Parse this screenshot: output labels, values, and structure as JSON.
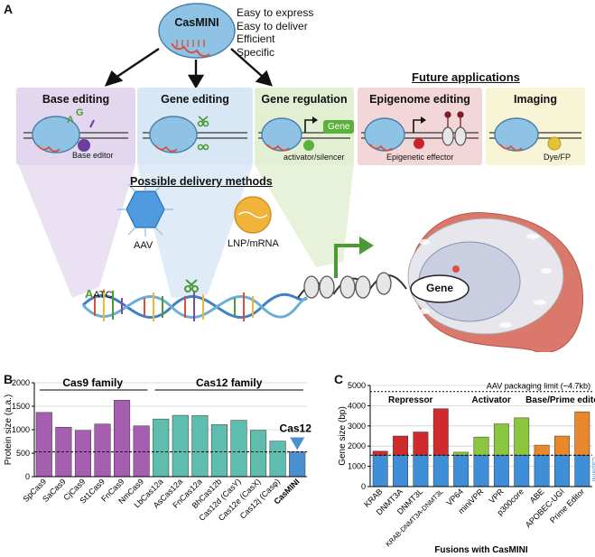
{
  "panel_a": {
    "label": "A",
    "center": "CasMINI",
    "benefits": [
      "Easy to express",
      "Easy to deliver",
      "Efficient",
      "Specific"
    ],
    "future_heading": "Future applications",
    "applications": [
      {
        "title": "Base editing",
        "caption": "Base editor",
        "base_a": "A",
        "base_g": "G",
        "color": "#e2d7ee"
      },
      {
        "title": "Gene editing",
        "caption": "",
        "color": "#d8e7f5"
      },
      {
        "title": "Gene regulation",
        "caption": "activator/silencer",
        "gene_tag": "Gene",
        "color": "#e3efd3"
      },
      {
        "title": "Epigenome editing",
        "caption": "Epigenetic effector",
        "color": "#f3d6d8"
      },
      {
        "title": "Imaging",
        "caption": "Dye/FP",
        "color": "#f8f4d6"
      }
    ],
    "delivery_heading": "Possible delivery methods",
    "delivery": [
      "AAV",
      "LNP/mRNA"
    ],
    "dna_seq": {
      "first": "A",
      "rest": "ATC"
    },
    "gene_label": "Gene",
    "colors": {
      "cas_blue": "#8fc3e6",
      "cas_outline": "#4a7fa8",
      "arrow_green": "#4c9a35",
      "rna_red": "#d9513c"
    }
  },
  "panel_b": {
    "label": "B",
    "group_labels": [
      "Cas9 family",
      "Cas12 family"
    ],
    "callout": "Cas12f"
  },
  "panel_c": {
    "label": "C",
    "aav_label": "AAV packaging limit (~4.7kb)",
    "group_labels": [
      "Repressor",
      "Activator",
      "Base/Prime editor"
    ],
    "casmini_side_label": "CasMINI"
  },
  "chart_data": [
    {
      "type": "bar",
      "title": "",
      "xlabel": "",
      "ylabel": "Protein size (a.a.)",
      "ylim": [
        0,
        2000
      ],
      "yticks": [
        0,
        500,
        1000,
        1500,
        2000
      ],
      "reference_line": 529,
      "categories": [
        "SpCas9",
        "SaCas9",
        "CjCas9",
        "St1Cas9",
        "FnCas9",
        "NmCas9",
        "LbCas12a",
        "AsCas12a",
        "FnCas12a",
        "BhCas12b",
        "Cas12d (CasY)",
        "Cas12e (CasX)",
        "Cas12j (Casφ)",
        "CasMINI"
      ],
      "values": [
        1368,
        1053,
        984,
        1121,
        1629,
        1082,
        1228,
        1307,
        1300,
        1108,
        1200,
        986,
        757,
        529
      ],
      "family": [
        "Cas9",
        "Cas9",
        "Cas9",
        "Cas9",
        "Cas9",
        "Cas9",
        "Cas12",
        "Cas12",
        "Cas12",
        "Cas12",
        "Cas12",
        "Cas12",
        "Cas12",
        "Cas12f"
      ],
      "colors": {
        "Cas9": "#a65fb0",
        "Cas12": "#5fbdb0",
        "Cas12f": "#4a8fd0"
      }
    },
    {
      "type": "bar",
      "title": "",
      "xlabel": "Fusions with CasMINI",
      "ylabel": "Gene size (bp)",
      "ylim": [
        0,
        5000
      ],
      "yticks": [
        0,
        1000,
        2000,
        3000,
        4000,
        5000
      ],
      "reference_lines": {
        "aav_limit": 4700,
        "casmini": 1550
      },
      "categories": [
        "KRAB",
        "DNMT3A",
        "DNMT3L",
        "KRAB-DNMT3A-DNMT3L",
        "VP64",
        "miniVPR",
        "VPR",
        "p300core",
        "ABE",
        "APOBEC-UGI",
        "Prime Editor"
      ],
      "series": [
        {
          "name": "CasMINI",
          "values": [
            1550,
            1550,
            1550,
            1550,
            1550,
            1550,
            1550,
            1550,
            1550,
            1550,
            1550
          ]
        },
        {
          "name": "",
          "values": [
            200,
            950,
            1150,
            2300,
            150,
            900,
            1550,
            1850,
            500,
            950,
            2150
          ]
        }
      ],
      "group": [
        "Repressor",
        "Repressor",
        "Repressor",
        "Repressor",
        "Activator",
        "Activator",
        "Activator",
        "Activator",
        "Base/Prime editor",
        "Base/Prime editor",
        "Base/Prime editor"
      ],
      "colors": {
        "CasMINI": "#3f8fd8",
        "Repressor": "#cf2a2e",
        "Activator": "#8cc63e",
        "Base/Prime editor": "#e8872c"
      }
    }
  ]
}
